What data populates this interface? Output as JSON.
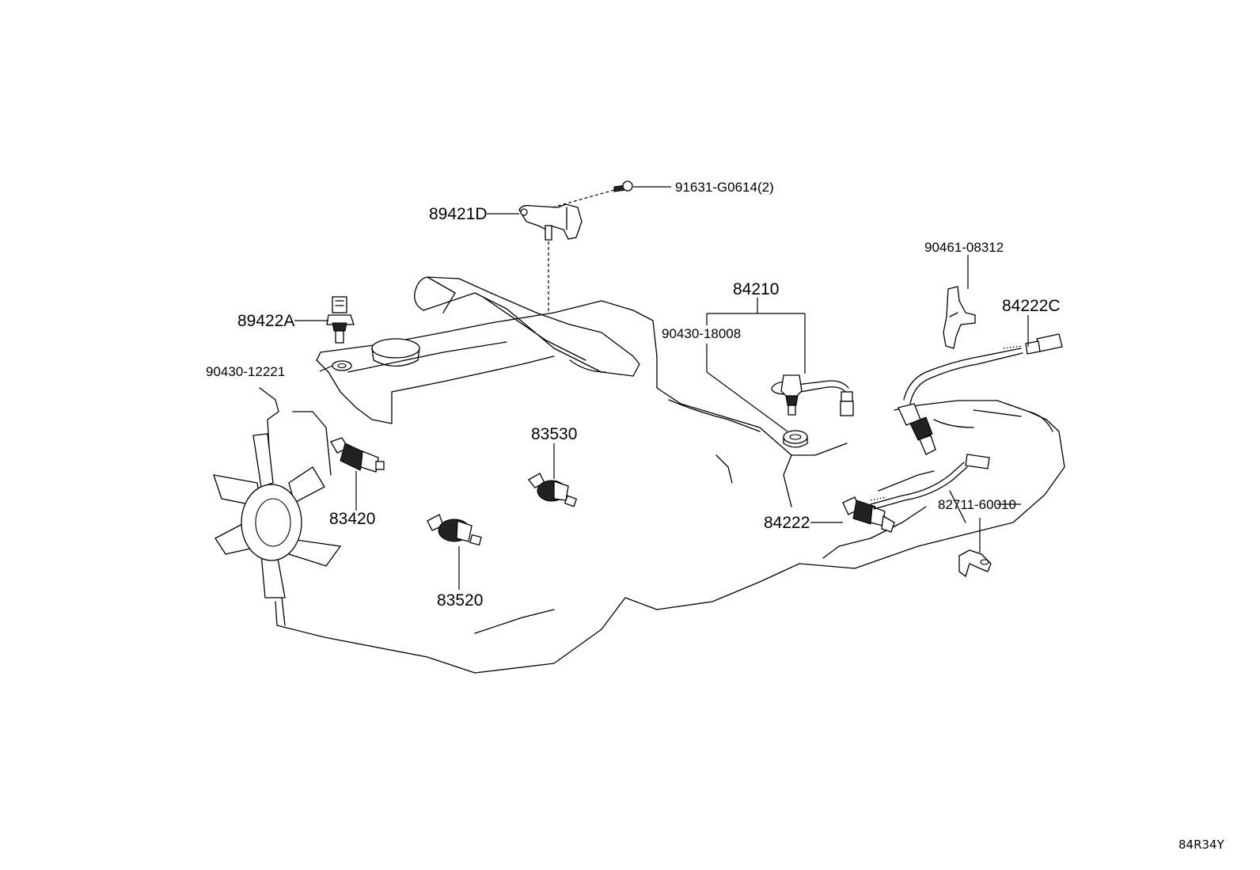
{
  "diagram": {
    "parts": {
      "p_91631": "91631-G0614(2)",
      "p_89421D": "89421D",
      "p_89422A": "89422A",
      "p_90430_12221": "90430-12221",
      "p_84210": "84210",
      "p_90430_18008": "90430-18008",
      "p_90461": "90461-08312",
      "p_84222C": "84222C",
      "p_83530": "83530",
      "p_83420": "83420",
      "p_83520": "83520",
      "p_84222": "84222",
      "p_82711": "82711-60010"
    },
    "ref_code": "84R34Y"
  }
}
